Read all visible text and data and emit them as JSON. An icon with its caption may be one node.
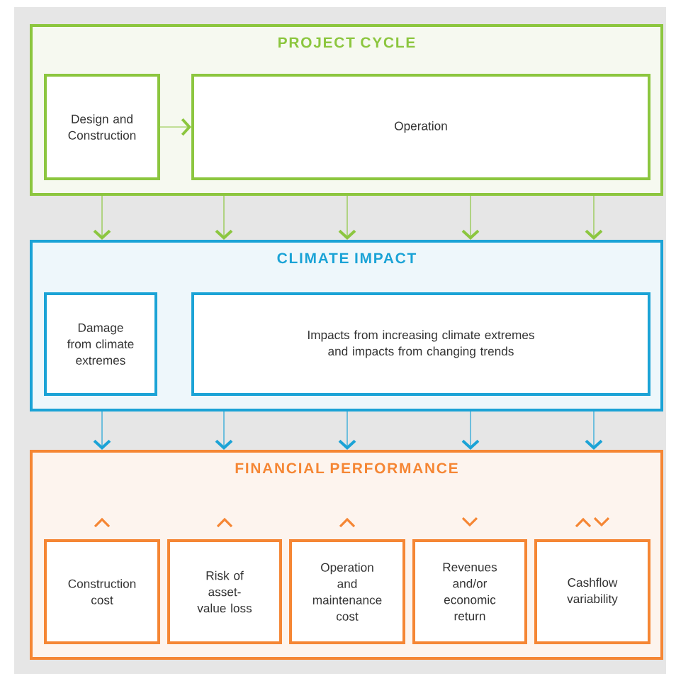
{
  "diagram": {
    "nodes": [
      {
        "text": [
          "PROJECT CYCLE"
        ]
      },
      {
        "text": [
          "Design and Construction"
        ],
        "in": 0
      },
      {
        "text": [
          "Operation"
        ],
        "in": 0
      },
      {
        "text": [
          "CLIMATE IMPACT"
        ]
      },
      {
        "text": [
          "Damage from climate extremes"
        ],
        "in": 3
      },
      {
        "text": [
          "Impacts from increasing climate extremes and impacts from changing trends"
        ],
        "in": 3
      },
      {
        "text": [
          "FINANCIAL PERFORMANCE"
        ]
      },
      {
        "text": [
          "Construction cost"
        ],
        "in": 6
      },
      {
        "text": [
          "Risk of asset-value loss"
        ],
        "in": 6
      },
      {
        "text": [
          "Operation and maintenance cost"
        ],
        "in": 6
      },
      {
        "text": [
          "Revenues and/or economic return"
        ],
        "in": 6
      },
      {
        "text": [
          "Cashflow variability"
        ],
        "in": 6
      }
    ],
    "edges": [
      {
        "from": 1,
        "to": 2,
        "arrow": "to"
      },
      {
        "from": 0,
        "to": 3,
        "arrow": "to"
      },
      {
        "from": 0,
        "to": 3,
        "arrow": "to"
      },
      {
        "from": 0,
        "to": 3,
        "arrow": "to"
      },
      {
        "from": 0,
        "to": 3,
        "arrow": "to"
      },
      {
        "from": 0,
        "to": 3,
        "arrow": "to"
      },
      {
        "from": 3,
        "to": 6,
        "arrow": "to",
        "color": "#1ba3d6"
      },
      {
        "from": 3,
        "to": 6,
        "arrow": "to",
        "color": "#1ba3d6"
      },
      {
        "from": 3,
        "to": 6,
        "arrow": "to",
        "color": "#1ba3d6"
      },
      {
        "from": 3,
        "to": 6,
        "arrow": "to",
        "color": "#1ba3d6"
      },
      {
        "from": 3,
        "to": 6,
        "arrow": "to",
        "color": "#1ba3d6"
      }
    ]
  }
}
